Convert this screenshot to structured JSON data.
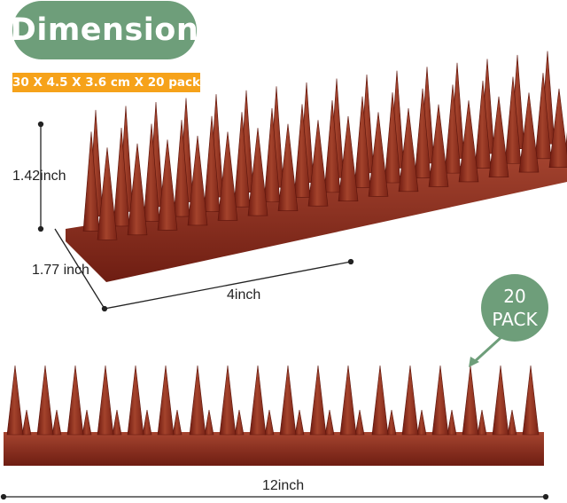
{
  "title": "Dimension",
  "spec": "30 X 4.5 X 3.6 cm X 20 pack",
  "pack": {
    "line1": "20",
    "line2": "PACK"
  },
  "dimensions": {
    "height": "1.42inch",
    "width": "1.77 inch",
    "length_small": "4inch",
    "length_full": "12inch"
  },
  "colors": {
    "badge": "#6e9e7a",
    "spec_bg": "#f6a21a",
    "spike_dark": "#7a1f14",
    "spike_mid": "#9a3a25",
    "spike_light": "#b9543a"
  }
}
